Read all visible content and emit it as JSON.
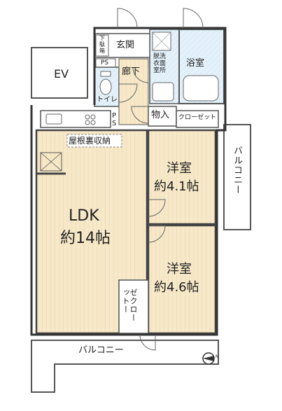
{
  "rooms": {
    "entrance": "玄関",
    "shoe_box_line1": "下",
    "shoe_box_line2": "駄",
    "shoe_box_line3": "箱",
    "ps_top": "PS",
    "corridor": "廊下",
    "toilet": "トイレ",
    "washroom_line1": "脱洗",
    "washroom_line2": "衣面",
    "washroom_line3": "室所",
    "bathroom": "浴室",
    "ev": "EV",
    "storage": "物入",
    "closet": "クローゼット",
    "ps_side_1": "P",
    "ps_side_2": "S",
    "attic_storage": "屋根裏収納",
    "western1_name": "洋室",
    "western1_size": "約4.1帖",
    "ldk_name": "LDK",
    "ldk_size": "約14帖",
    "western2_name": "洋室",
    "western2_size": "約4.6帖",
    "walk_closet": "ゼクロー\nットー",
    "balcony_side": "バルコニー",
    "balcony_bottom": "バルコニー"
  },
  "compass": {
    "label": "N"
  },
  "colors": {
    "wall": "#444444",
    "floor_wood": "#f6e8c8",
    "floor_wood_line": "#ecd9ae",
    "wet_area": "#dfeef8",
    "ev_fill": "#ffffff",
    "closet_fill": "#ead9f0"
  }
}
